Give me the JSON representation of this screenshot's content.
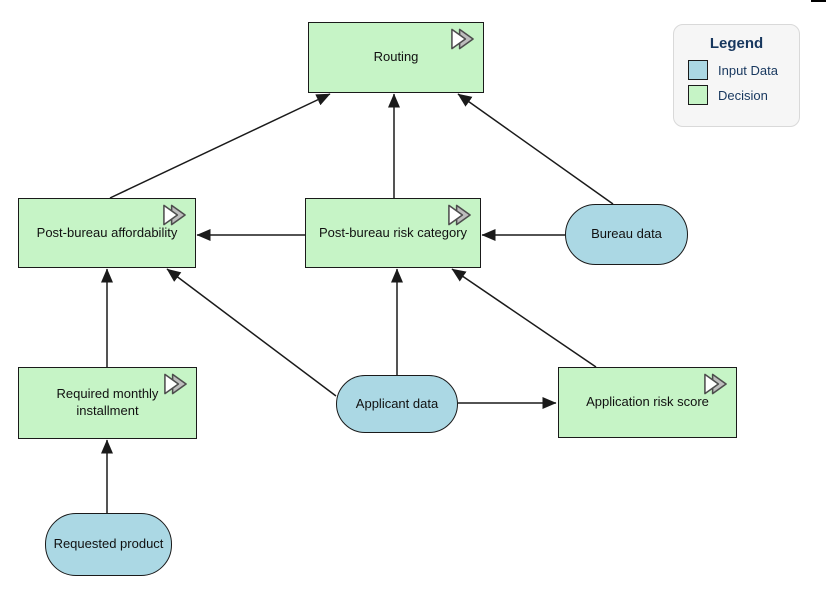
{
  "diagram": {
    "type": "dmn-decision-requirements-diagram",
    "nodes": [
      {
        "id": "routing",
        "label": "Routing",
        "type": "decision"
      },
      {
        "id": "post-bureau-affordability",
        "label": "Post-bureau affordability",
        "type": "decision"
      },
      {
        "id": "post-bureau-risk-category",
        "label": "Post-bureau risk category",
        "type": "decision"
      },
      {
        "id": "bureau-data",
        "label": "Bureau data",
        "type": "input-data"
      },
      {
        "id": "required-monthly-installment",
        "label": "Required monthly installment",
        "type": "decision"
      },
      {
        "id": "applicant-data",
        "label": "Applicant data",
        "type": "input-data"
      },
      {
        "id": "application-risk-score",
        "label": "Application risk score",
        "type": "decision"
      },
      {
        "id": "requested-product",
        "label": "Requested product",
        "type": "input-data"
      }
    ],
    "edges": [
      {
        "from": "post-bureau-affordability",
        "to": "routing"
      },
      {
        "from": "post-bureau-risk-category",
        "to": "routing"
      },
      {
        "from": "bureau-data",
        "to": "routing"
      },
      {
        "from": "bureau-data",
        "to": "post-bureau-risk-category"
      },
      {
        "from": "post-bureau-risk-category",
        "to": "post-bureau-affordability"
      },
      {
        "from": "required-monthly-installment",
        "to": "post-bureau-affordability"
      },
      {
        "from": "applicant-data",
        "to": "post-bureau-affordability"
      },
      {
        "from": "applicant-data",
        "to": "post-bureau-risk-category"
      },
      {
        "from": "applicant-data",
        "to": "application-risk-score"
      },
      {
        "from": "application-risk-score",
        "to": "post-bureau-risk-category"
      },
      {
        "from": "requested-product",
        "to": "required-monthly-installment"
      }
    ]
  },
  "legend": {
    "title": "Legend",
    "items": [
      {
        "label": "Input Data",
        "color": "#ABD8E4"
      },
      {
        "label": "Decision",
        "color": "#C6F4C6"
      }
    ]
  },
  "colors": {
    "decision_fill": "#C6F4C6",
    "input_data_fill": "#ABD8E4",
    "node_border": "#1a1a1a",
    "edge": "#1a1a1a",
    "legend_text": "#17375E"
  }
}
